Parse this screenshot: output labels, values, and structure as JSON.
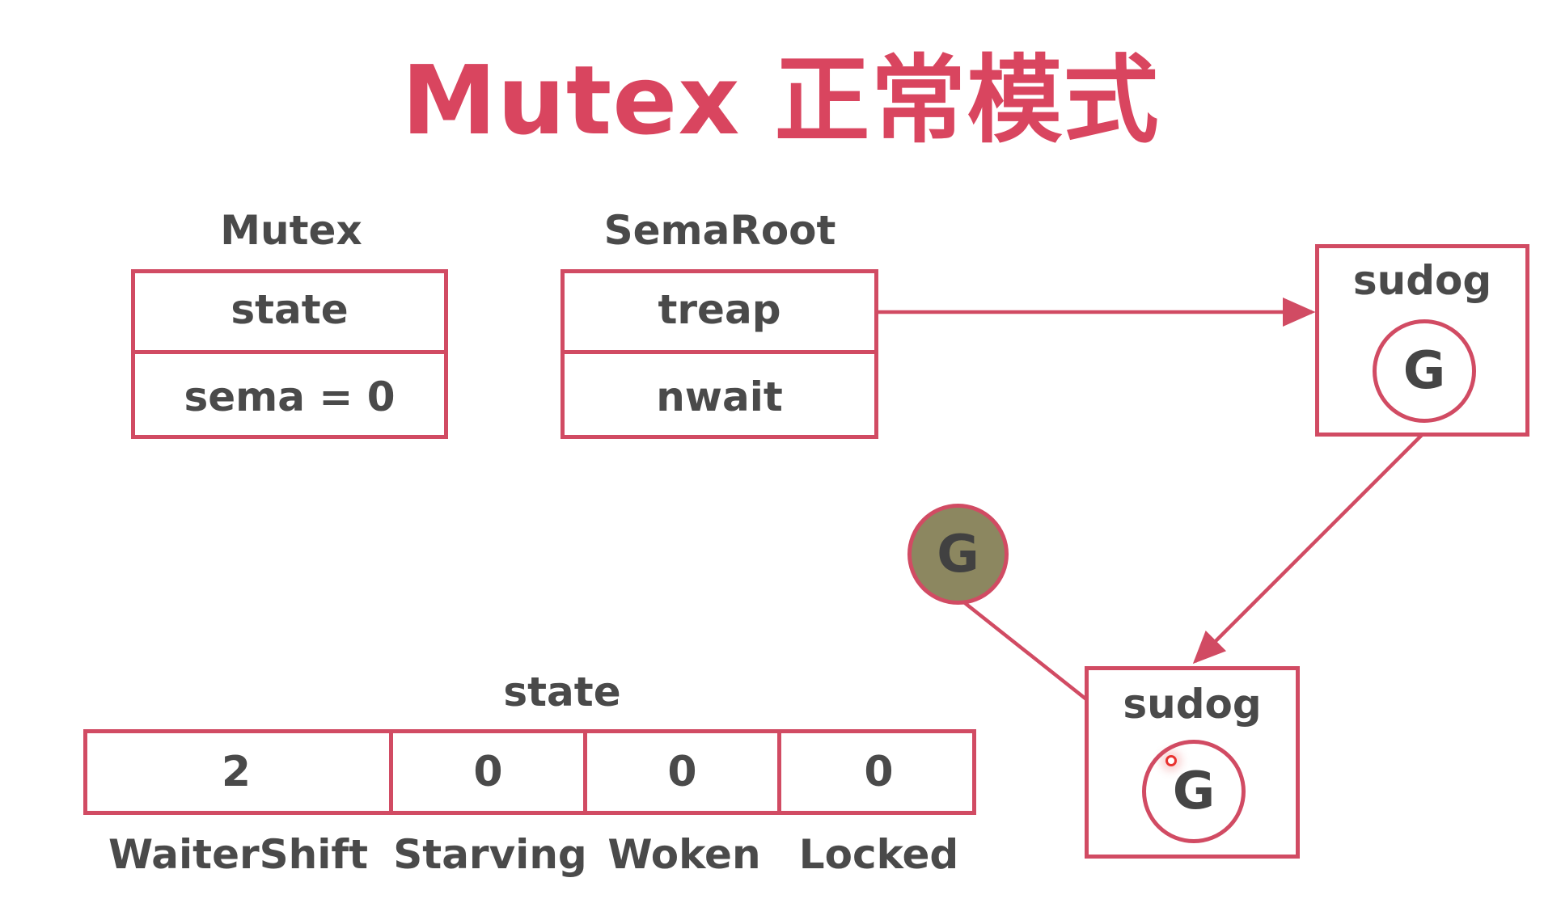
{
  "title": "Mutex 正常模式",
  "mutex": {
    "label": "Mutex",
    "fields": [
      "state",
      "sema = 0"
    ]
  },
  "semaroot": {
    "label": "SemaRoot",
    "fields": [
      "treap",
      "nwait"
    ]
  },
  "sudog_top": {
    "label": "sudog",
    "goroutine": "G"
  },
  "sudog_bottom": {
    "label": "sudog",
    "goroutine": "G"
  },
  "waiting_goroutine": {
    "label": "G"
  },
  "state_bits": {
    "label": "state",
    "values": [
      "2",
      "0",
      "0",
      "0"
    ],
    "names": [
      "WaiterShift",
      "Starving",
      "Woken",
      "Locked"
    ]
  },
  "colors": {
    "accent": "#d9455f",
    "border": "#d14b63",
    "text": "#4a4a4a",
    "waiting_goroutine_fill": "#8c8760",
    "cursor_dot": "#e8322f"
  }
}
